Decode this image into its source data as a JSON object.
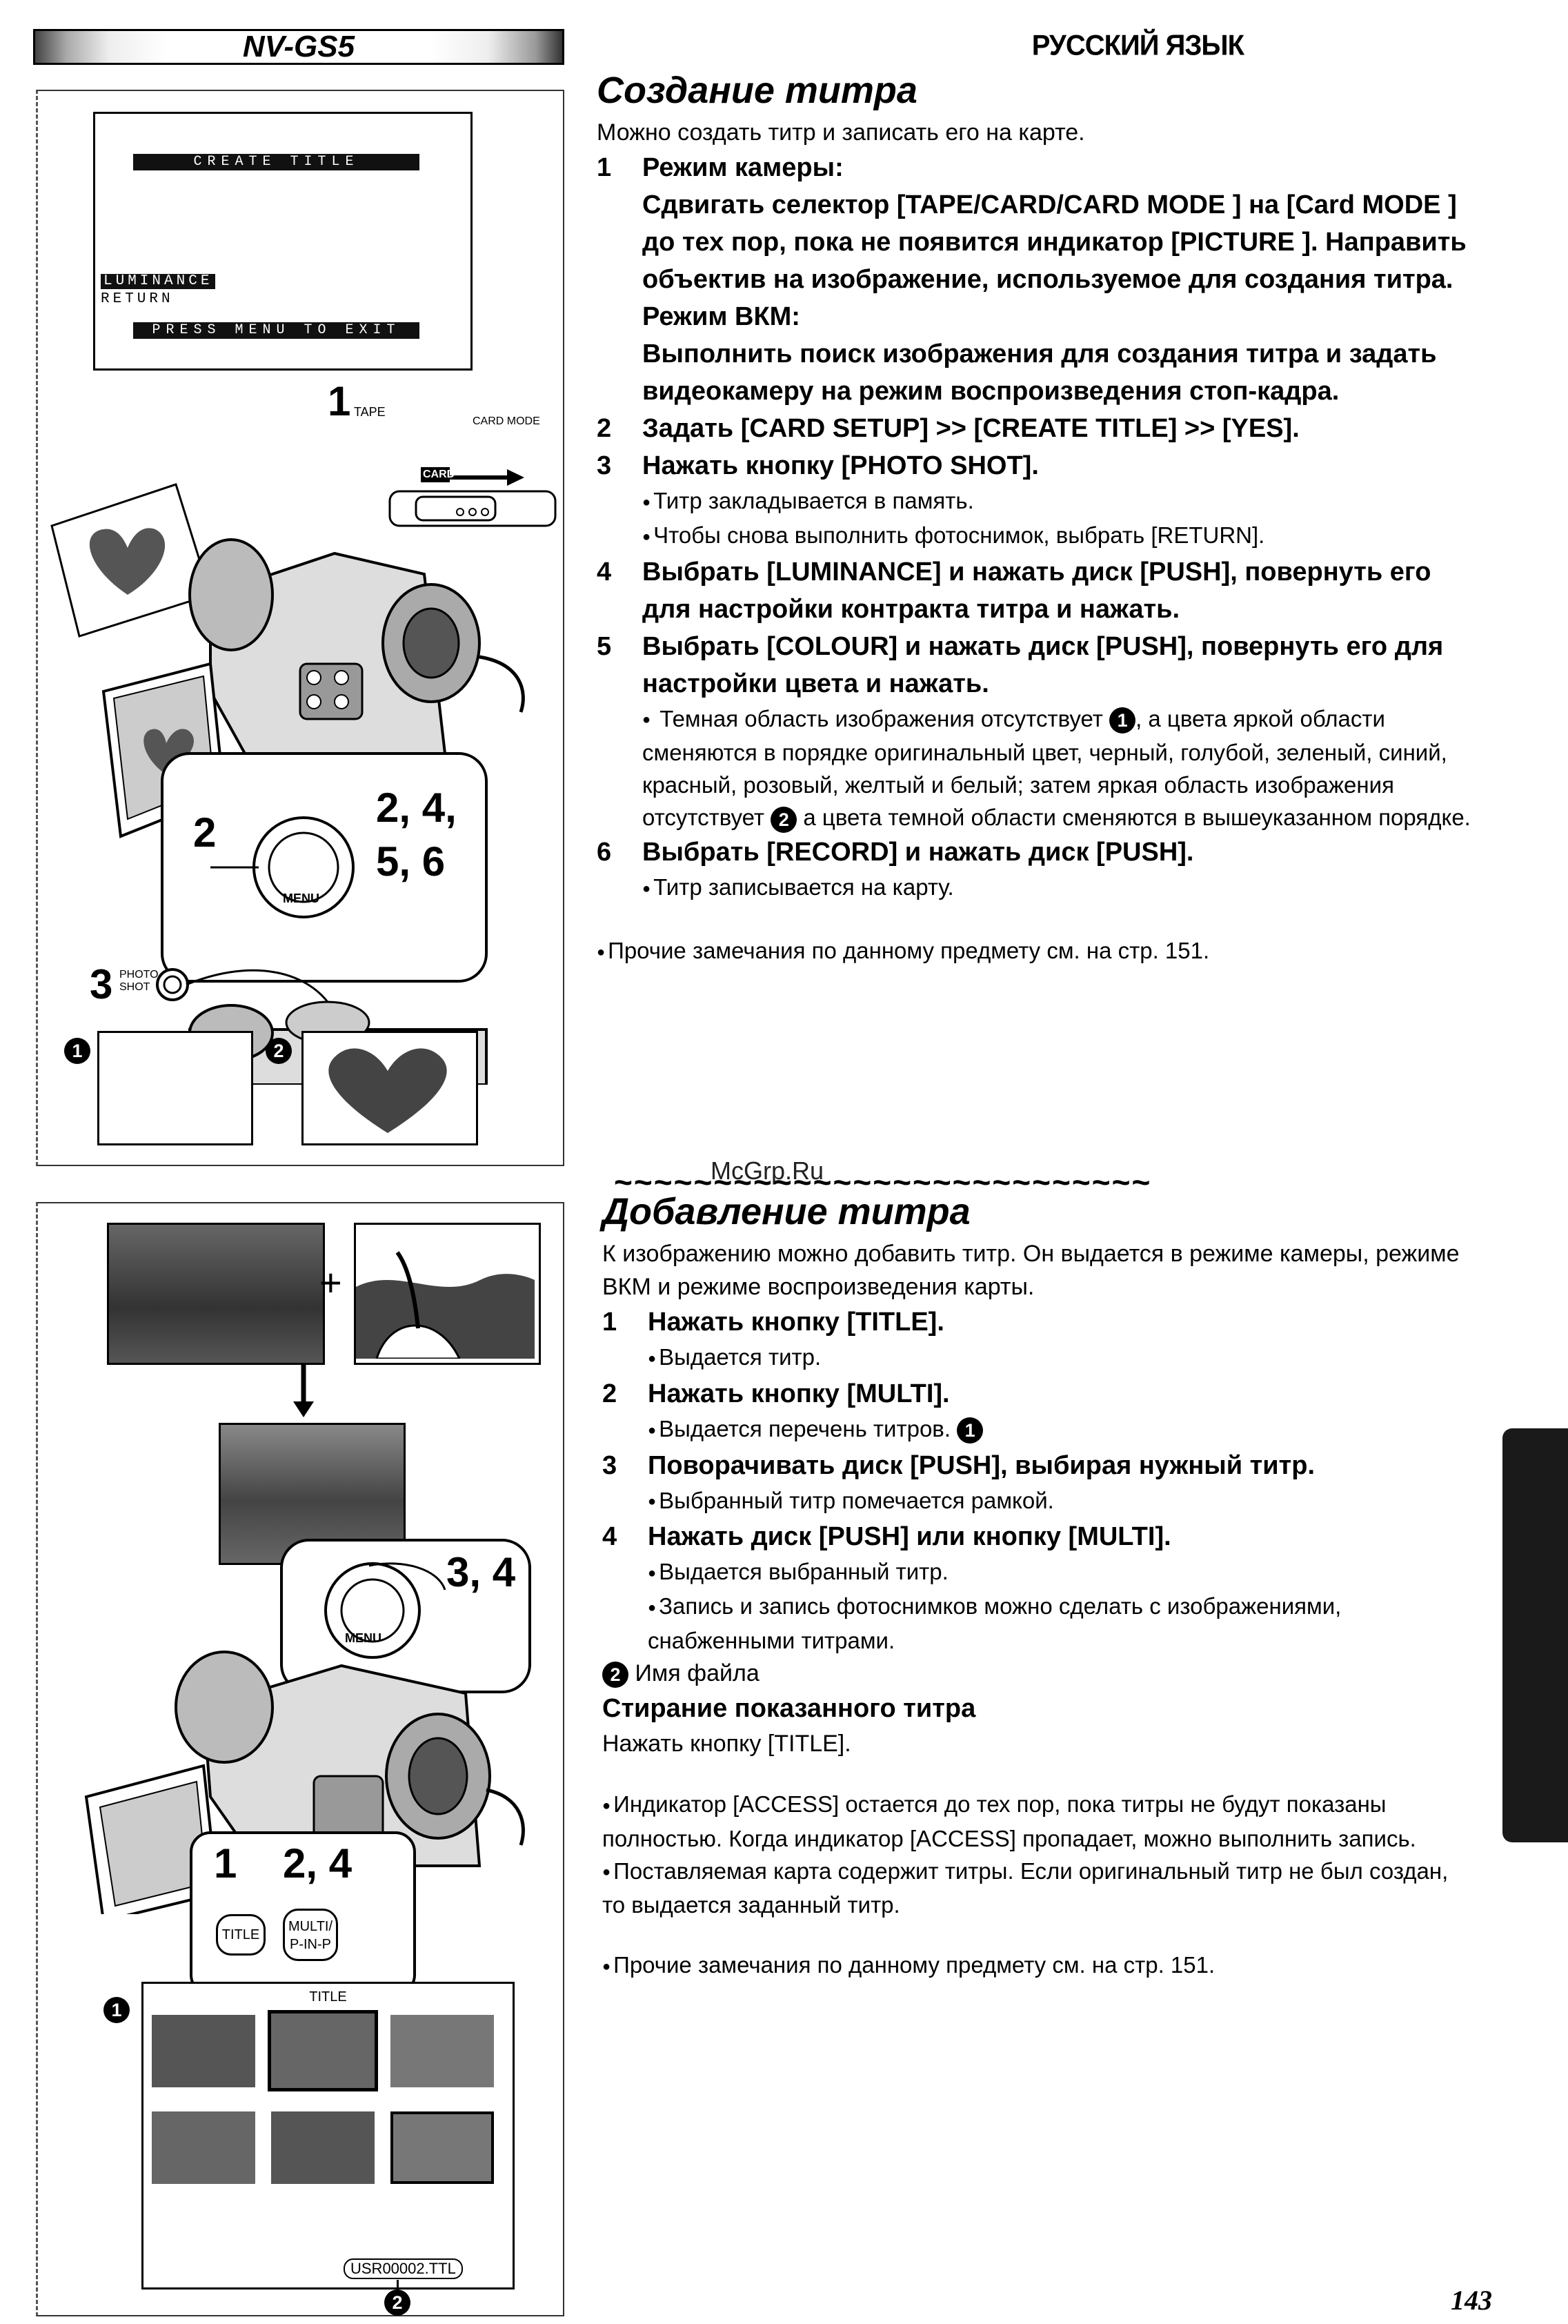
{
  "header": {
    "model": "NV-GS5",
    "language": "РУССКИЙ ЯЗЫК"
  },
  "figure1": {
    "osd_title": "CREATE TITLE",
    "osd_selected": "LUMINANCE",
    "osd_return": "RETURN",
    "osd_footer": "PRESS MENU TO EXIT",
    "callout_1": "1",
    "label_tape": "TAPE",
    "label_card": "CARD",
    "label_card_mode": "CARD MODE",
    "callout_2": "2",
    "callout_2456": "2, 4,\n5, 6",
    "menu_label": "MENU",
    "callout_3": "3",
    "photo_shot_label": "PHOTO SHOT",
    "marker_1": "1",
    "marker_2": "2"
  },
  "section1": {
    "title": "Создание титра",
    "intro": "Можно создать титр и записать его на карте.",
    "step1_num": "1",
    "step1_head": "Режим камеры:",
    "step1_text": "Сдвигать селектор [TAPE/CARD/CARD MODE ] на [Card MODE ] до тех пор, пока не появится индикатор [PICTURE ]. Направить объектив на изображение, используемое для создания титра.",
    "step1_head2": "Режим ВКМ:",
    "step1_text2": "Выполнить поиск изображения для создания титра и задать видеокамеру на режим воспроизведения стоп-кадра.",
    "step2_num": "2",
    "step2": "Задать [CARD SETUP] >> [CREATE TITLE] >> [YES].",
    "step3_num": "3",
    "step3": "Нажать кнопку [PHOTO SHOT].",
    "step3_b1": "Титр закладывается в память.",
    "step3_b2": "Чтобы снова выполнить фотоснимок, выбрать [RETURN].",
    "step4_num": "4",
    "step4": "Выбрать [LUMINANCE] и нажать диск [PUSH], повернуть его для настройки контракта титра и нажать.",
    "step5_num": "5",
    "step5": "Выбрать [COLOUR] и нажать диск [PUSH], повернуть его для настройки цвета и нажать.",
    "step5_b1a": "Темная область изображения отсутствует",
    "step5_circ1": "1",
    "step5_b1b": ", а цвета яркой области сменяются в порядке оригинальный цвет, черный, голубой, зеленый, синий, красный, розовый, желтый и белый; затем яркая область изображения отсутствует",
    "step5_circ2": "2",
    "step5_b1c": "а цвета темной области сменяются в вышеуказанном порядке.",
    "step6_num": "6",
    "step6": "Выбрать [RECORD] и нажать диск [PUSH].",
    "step6_b1": "Титр записывается на карту.",
    "note": "Прочие замечания по данному предмету см. на стр. 151."
  },
  "divider": {
    "watermark": "McGrp.Ru",
    "wave": "~~~~~~~~~~~~~~~~~~~~~~~~~~~"
  },
  "figure2": {
    "plus": "+",
    "callout_34": "3, 4",
    "menu_label": "MENU",
    "callout_1": "1",
    "callout_24": "2, 4",
    "btn_title": "TITLE",
    "btn_multi": "MULTI/\nP-IN-P",
    "marker_1": "1",
    "grid_label": "TITLE",
    "file_name": "USR00002.TTL",
    "marker_2": "2"
  },
  "section2": {
    "title": "Добавление титра",
    "intro": "К изображению можно добавить титр. Он выдается в режиме камеры, режиме ВКМ и режиме воспроизведения карты.",
    "step1_num": "1",
    "step1": "Нажать кнопку [TITLE].",
    "step1_b1": "Выдается титр.",
    "step2_num": "2",
    "step2": "Нажать кнопку [MULTI].",
    "step2_b1": "Выдается перечень титров.",
    "step2_circ": "1",
    "step3_num": "3",
    "step3": "Поворачивать диск [PUSH], выбирая нужный титр.",
    "step3_b1": "Выбранный титр помечается рамкой.",
    "step4_num": "4",
    "step4": "Нажать диск [PUSH] или кнопку [MULTI].",
    "step4_b1": "Выдается выбранный титр.",
    "step4_b2": "Запись и запись фотоснимков можно сделать с изображениями, снабженными титрами.",
    "file_circ": "2",
    "file_label": "Имя файла",
    "erase_head": "Стирание показанного титра",
    "erase_text": "Нажать кнопку [TITLE].",
    "note1": "Индикатор [ACCESS] остается до тех пор, пока титры не будут показаны полностью. Когда индикатор [ACCESS] пропадает, можно выполнить запись.",
    "note2": "Поставляемая карта содержит титры. Если оригинальный титр не был создан, то выдается заданный титр.",
    "note3": "Прочие замечания по данному предмету см. на стр. 151."
  },
  "page_number": "143"
}
